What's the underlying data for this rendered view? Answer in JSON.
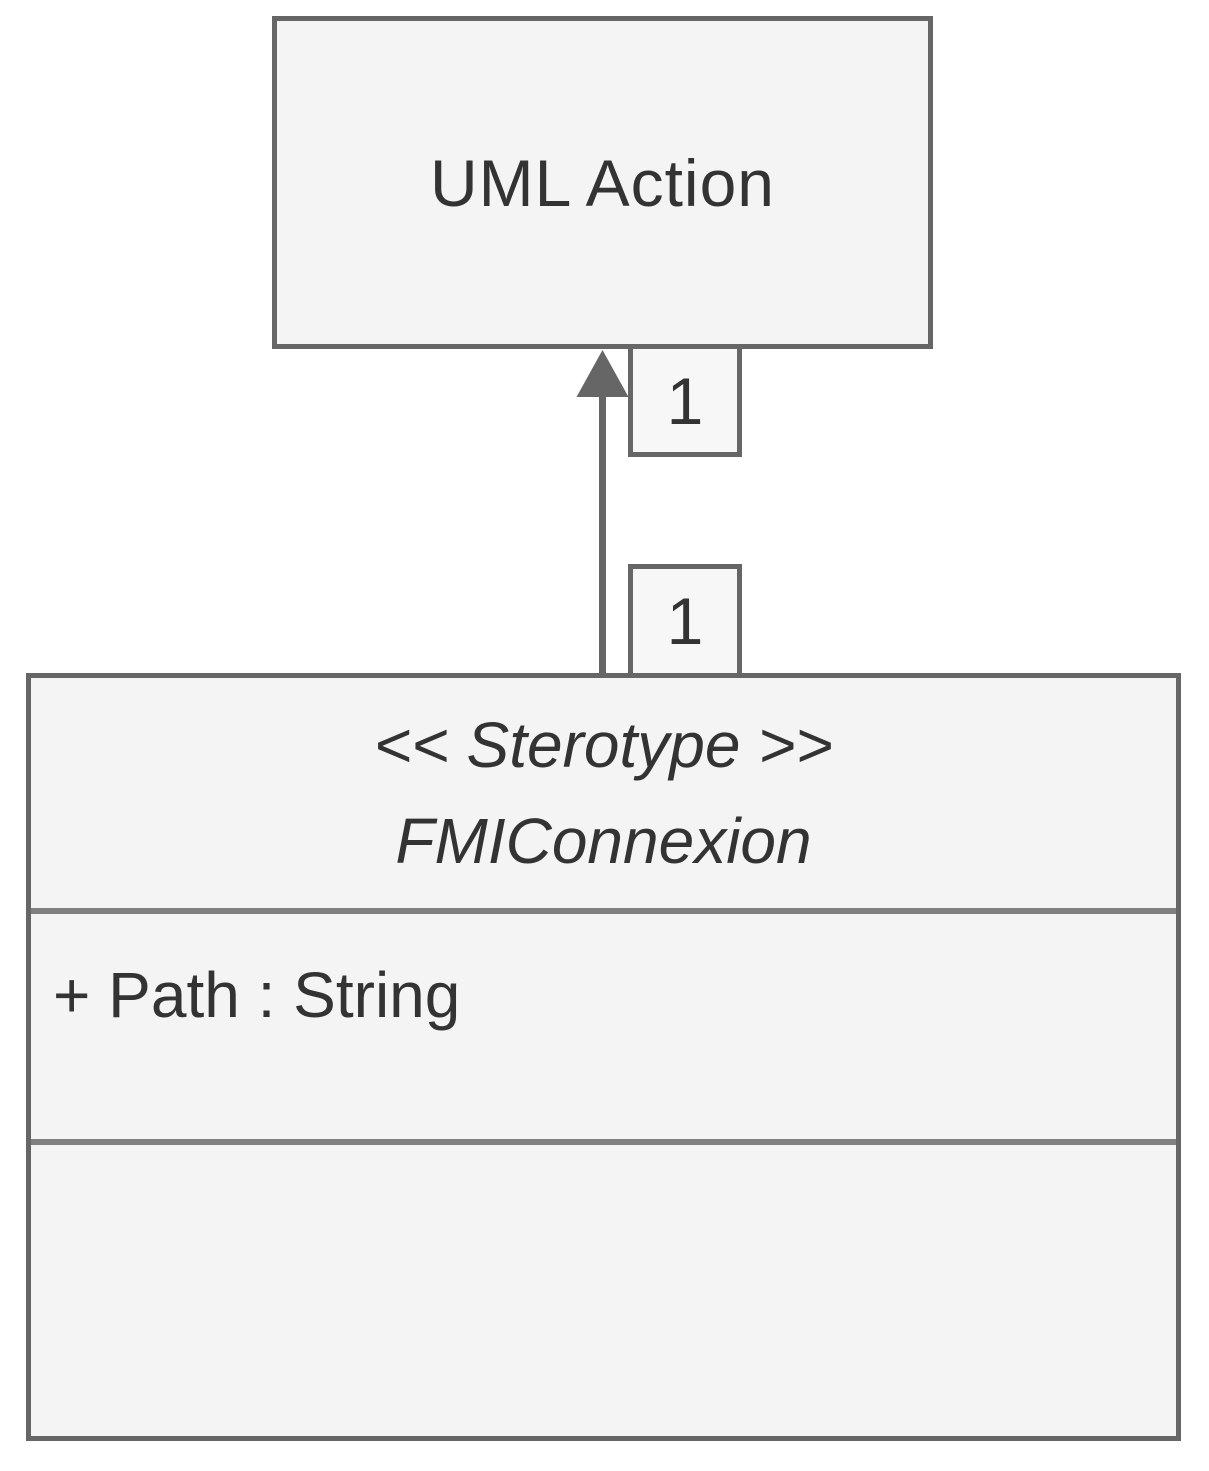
{
  "diagram": {
    "uml_action_class": {
      "label": "UML Action"
    },
    "stereotype_class": {
      "stereotype": "<< Sterotype >>",
      "name": "FMIConnexion",
      "attributes": [
        "+ Path : String"
      ],
      "operations": []
    },
    "association": {
      "multiplicity_near_action": "1",
      "multiplicity_near_class": "1",
      "arrow_direction": "from FMIConnexion up to UML Action, filled triangle head"
    },
    "colors": {
      "box_fill": "#f4f4f4",
      "label_box_fill": "#f7f7f7",
      "border": "#666666",
      "divider": "#808080",
      "text": "#333333",
      "background": "#ffffff"
    }
  }
}
